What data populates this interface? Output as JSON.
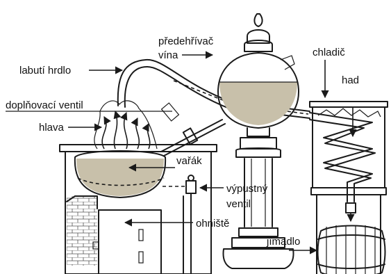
{
  "labels": {
    "swan_neck": "labutí hrdlo",
    "refill_valve": "doplňovací ventil",
    "head": "hlava",
    "wine_preheater_line1": "předehřívač",
    "wine_preheater_line2": "vína",
    "cooler": "chladič",
    "coil": "had",
    "boiler": "vařák",
    "drain_valve_line1": "výpustný",
    "drain_valve_line2": "ventil",
    "firebox": "ohniště",
    "receiver": "jímadlo"
  },
  "colors": {
    "ink": "#1a1a1a",
    "liquid": "#c8c0aa",
    "background": "#ffffff"
  }
}
